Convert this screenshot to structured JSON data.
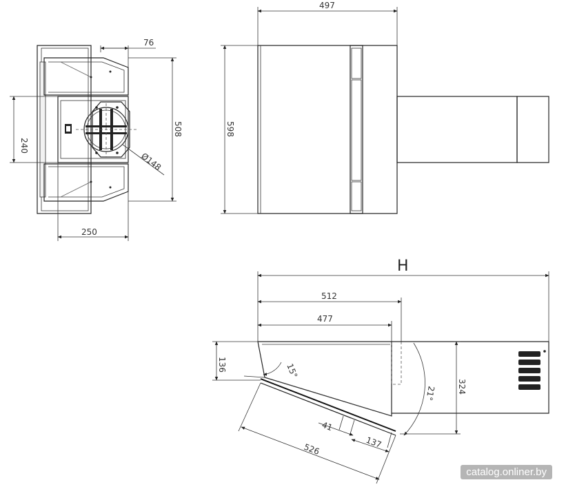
{
  "top_view": {
    "dim_76": "76",
    "dim_240": "240",
    "dim_508": "508",
    "dim_diameter": "Ø148",
    "dim_250": "250"
  },
  "front_view": {
    "dim_497": "497",
    "dim_598": "598"
  },
  "side_view": {
    "dim_H": "H",
    "dim_512": "512",
    "dim_477": "477",
    "dim_136": "136",
    "angle_15": "15°",
    "angle_21": "21°",
    "dim_324": "324",
    "dim_41": "41",
    "dim_137": "137",
    "dim_526": "526"
  },
  "watermark": "catalog.onliner.by"
}
